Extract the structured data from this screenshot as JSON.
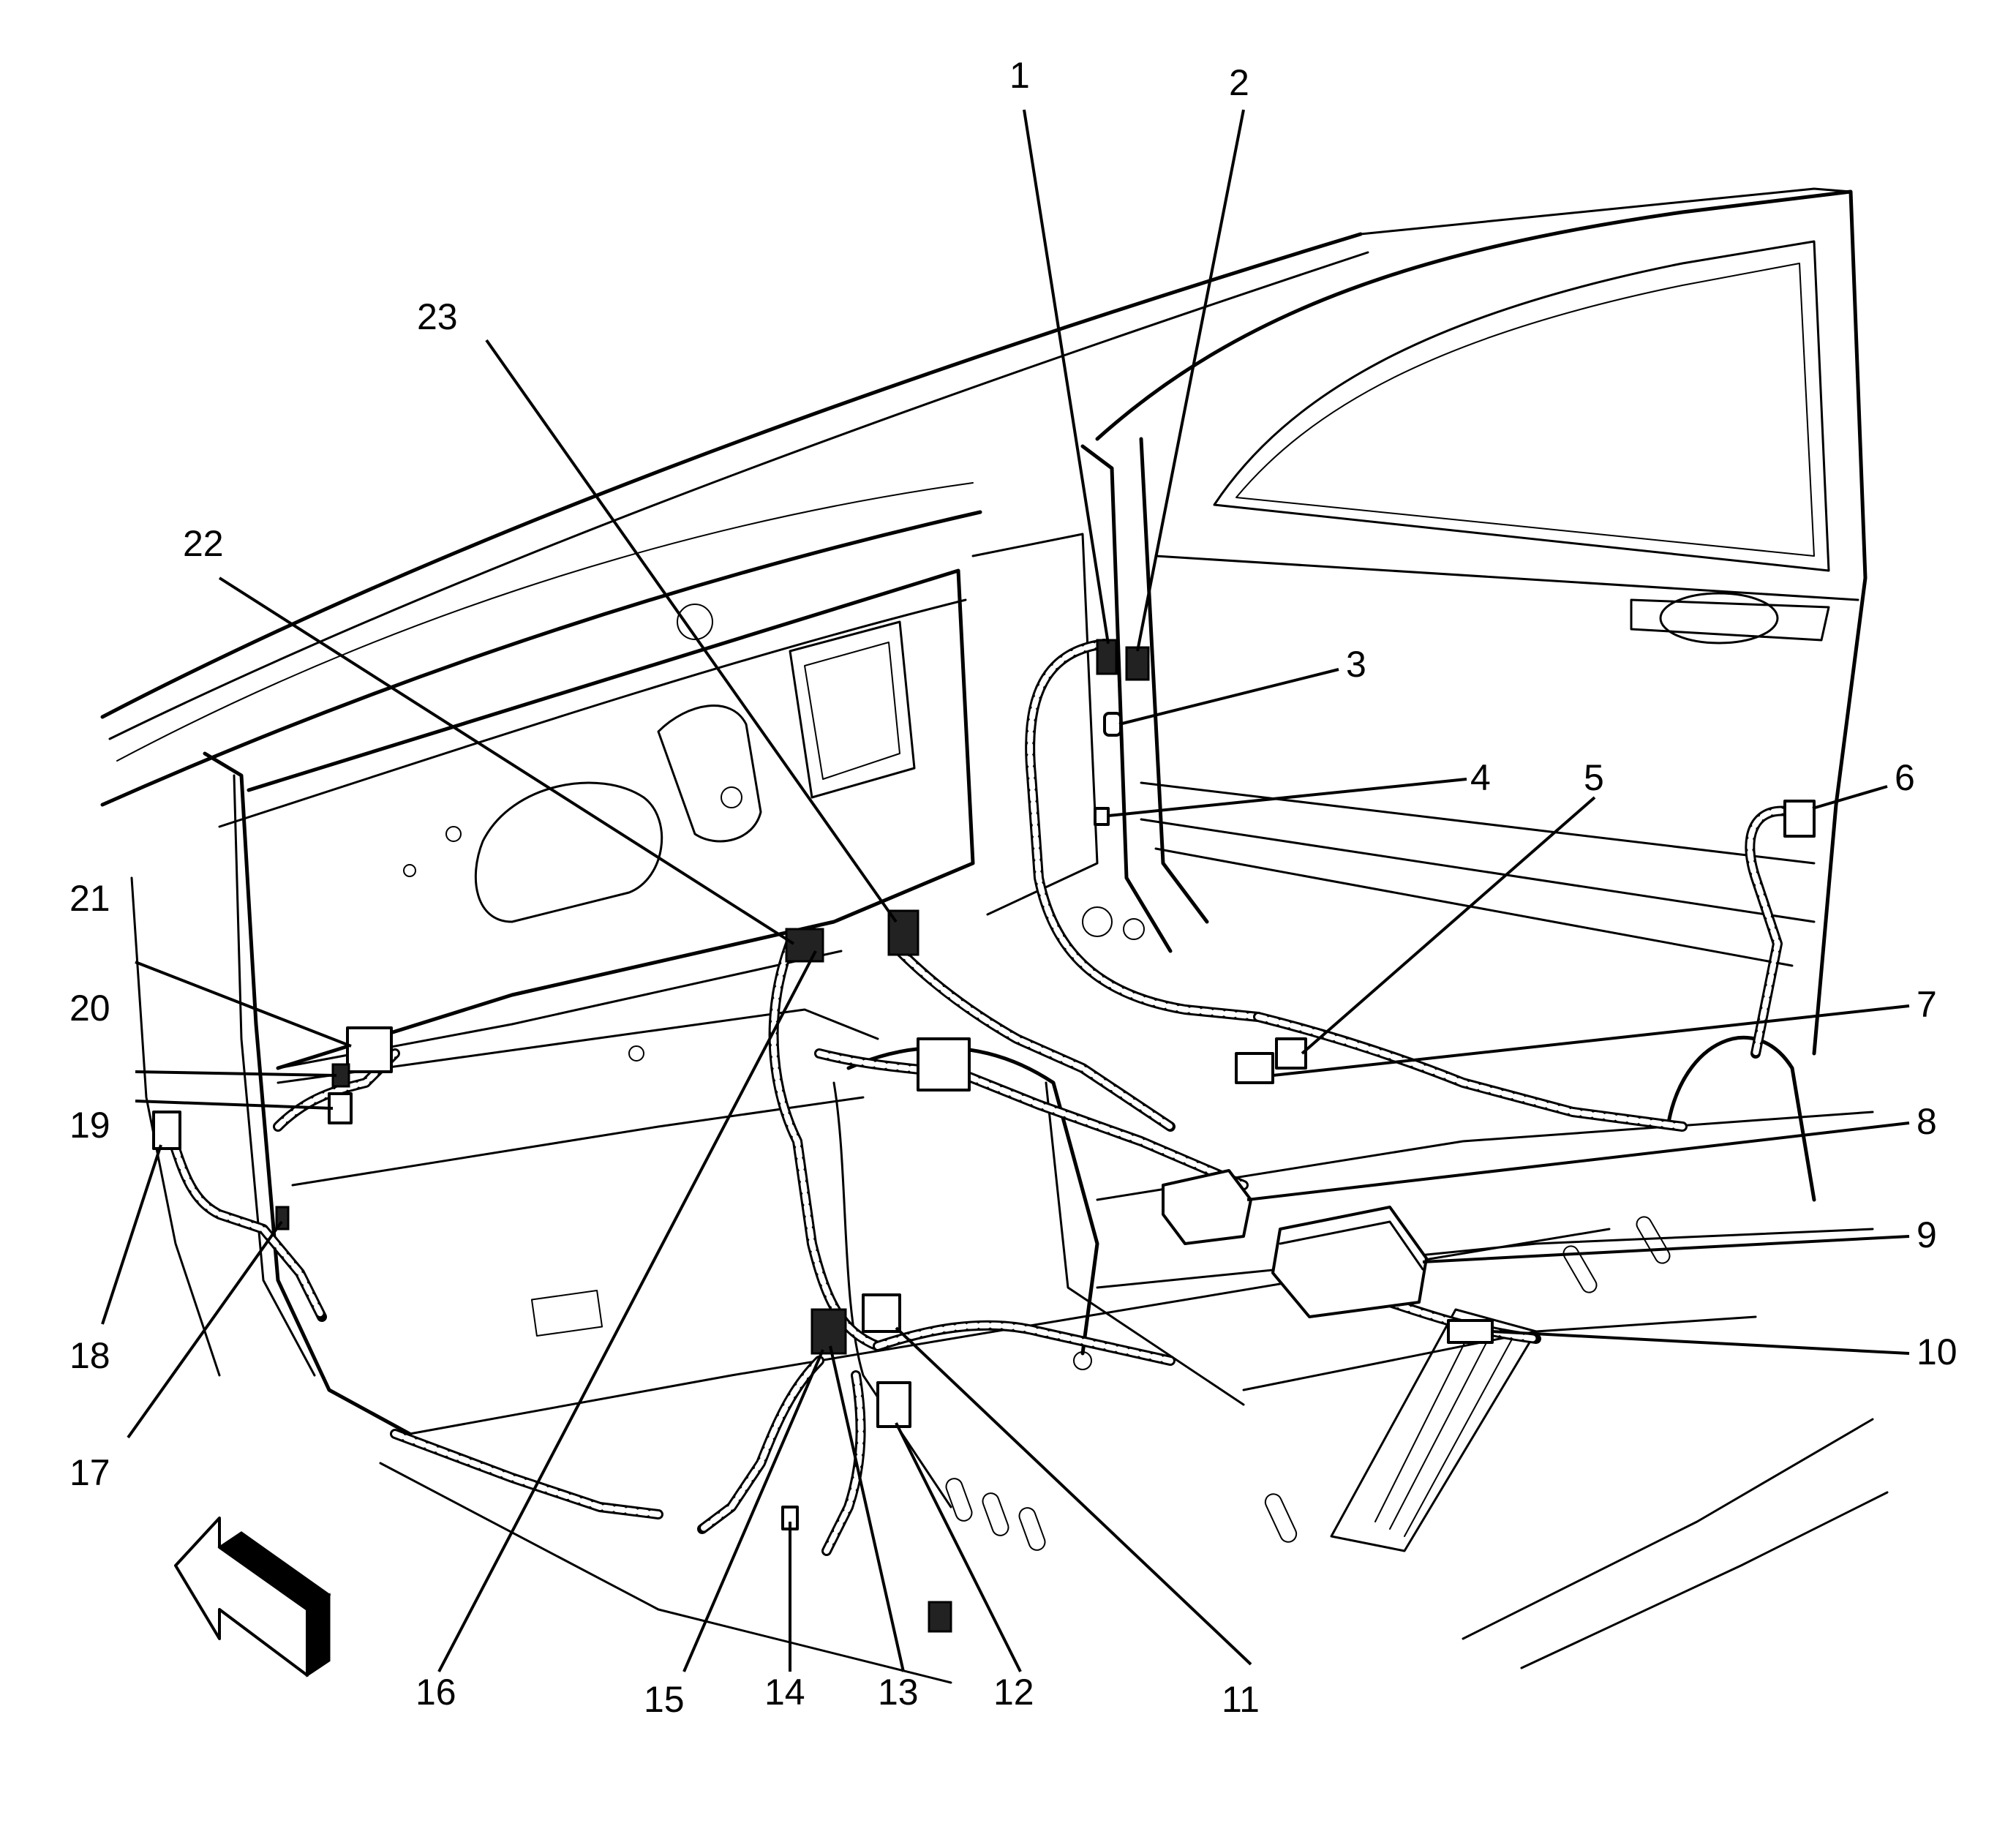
{
  "diagram": {
    "colors": {
      "line": "#000000",
      "background": "#ffffff"
    },
    "callouts": [
      {
        "id": "1",
        "text": "1"
      },
      {
        "id": "2",
        "text": "2"
      },
      {
        "id": "3",
        "text": "3"
      },
      {
        "id": "4",
        "text": "4"
      },
      {
        "id": "5",
        "text": "5"
      },
      {
        "id": "6",
        "text": "6"
      },
      {
        "id": "7",
        "text": "7"
      },
      {
        "id": "8",
        "text": "8"
      },
      {
        "id": "9",
        "text": "9"
      },
      {
        "id": "10",
        "text": "10"
      },
      {
        "id": "11",
        "text": "11"
      },
      {
        "id": "12",
        "text": "12"
      },
      {
        "id": "13",
        "text": "13"
      },
      {
        "id": "14",
        "text": "14"
      },
      {
        "id": "15",
        "text": "15"
      },
      {
        "id": "16",
        "text": "16"
      },
      {
        "id": "17",
        "text": "17"
      },
      {
        "id": "18",
        "text": "18"
      },
      {
        "id": "19",
        "text": "19"
      },
      {
        "id": "20",
        "text": "20"
      },
      {
        "id": "21",
        "text": "21"
      },
      {
        "id": "22",
        "text": "22"
      },
      {
        "id": "23",
        "text": "23"
      }
    ],
    "direction_arrow_icon": "front-direction-arrow-icon"
  }
}
